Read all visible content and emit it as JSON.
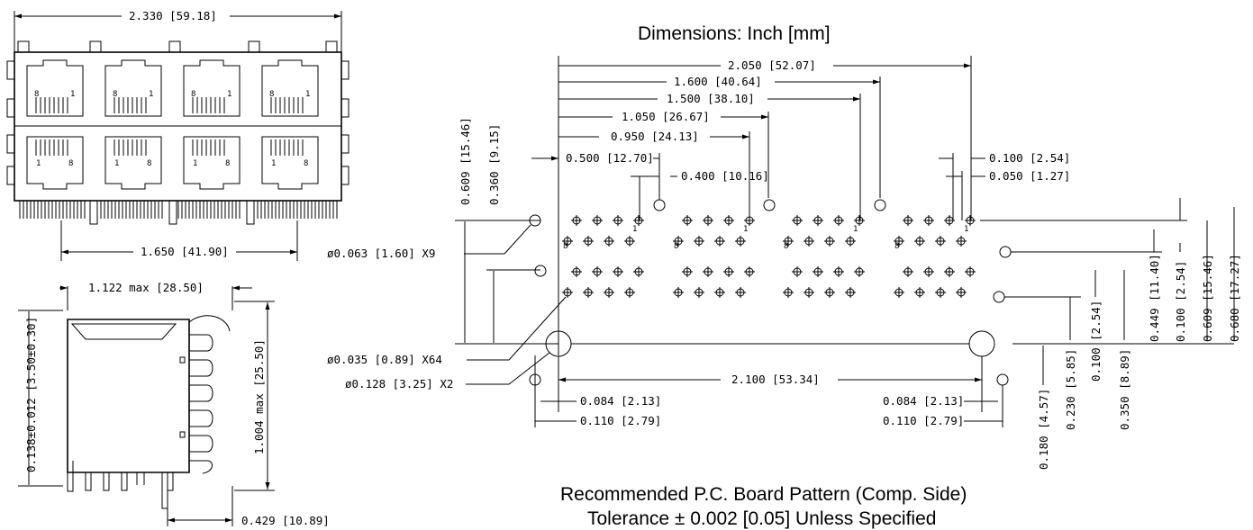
{
  "header": {
    "units_title": "Dimensions: Inch [mm]"
  },
  "front_view": {
    "overall_width": "2.330 [59.18]",
    "pin_span": "1.650 [41.90]",
    "port_pin_labels": {
      "left": "8",
      "right": "1",
      "bottom_left": "1",
      "bottom_right": "8"
    }
  },
  "side_view": {
    "max_depth": "1.122 max [28.50]",
    "standoff": "0.138±0.012 [3.50±0.30]",
    "max_height": "1.004 max [25.50]",
    "tail_offset": "0.429 [10.89]"
  },
  "pcb_pattern": {
    "top_dims": [
      "2.050 [52.07]",
      "1.600 [40.64]",
      "1.500 [38.10]",
      "1.050 [26.67]",
      "0.950 [24.13]",
      "0.500 [12.70]",
      "0.400 [10.16]"
    ],
    "pitch_dims": [
      "0.100 [2.54]",
      "0.050 [1.27]"
    ],
    "left_vertical": [
      "0.609 [15.46]",
      "0.360 [9.15]"
    ],
    "holes": [
      "ø0.063 [1.60] X9",
      "ø0.035 [0.89] X64",
      "ø0.128 [3.25] X2"
    ],
    "bottom_dims": {
      "post_span": "2.100 [53.34]",
      "left_084": "0.084 [2.13]",
      "left_110": "0.110 [2.79]",
      "right_084": "0.084 [2.13]",
      "right_110": "0.110 [2.79]"
    },
    "right_vertical": [
      "0.180 [4.57]",
      "0.230 [5.85]",
      "0.100 [2.54]",
      "0.350 [8.89]",
      "0.449 [11.40]",
      "0.100 [2.54]",
      "0.609 [15.46]",
      "0.680 [17.27]"
    ],
    "pin_labels": {
      "one": "1",
      "eight": "8"
    }
  },
  "caption": {
    "line1": "Recommended P.C. Board Pattern (Comp. Side)",
    "line2": "Tolerance ± 0.002 [0.05] Unless Specified"
  }
}
